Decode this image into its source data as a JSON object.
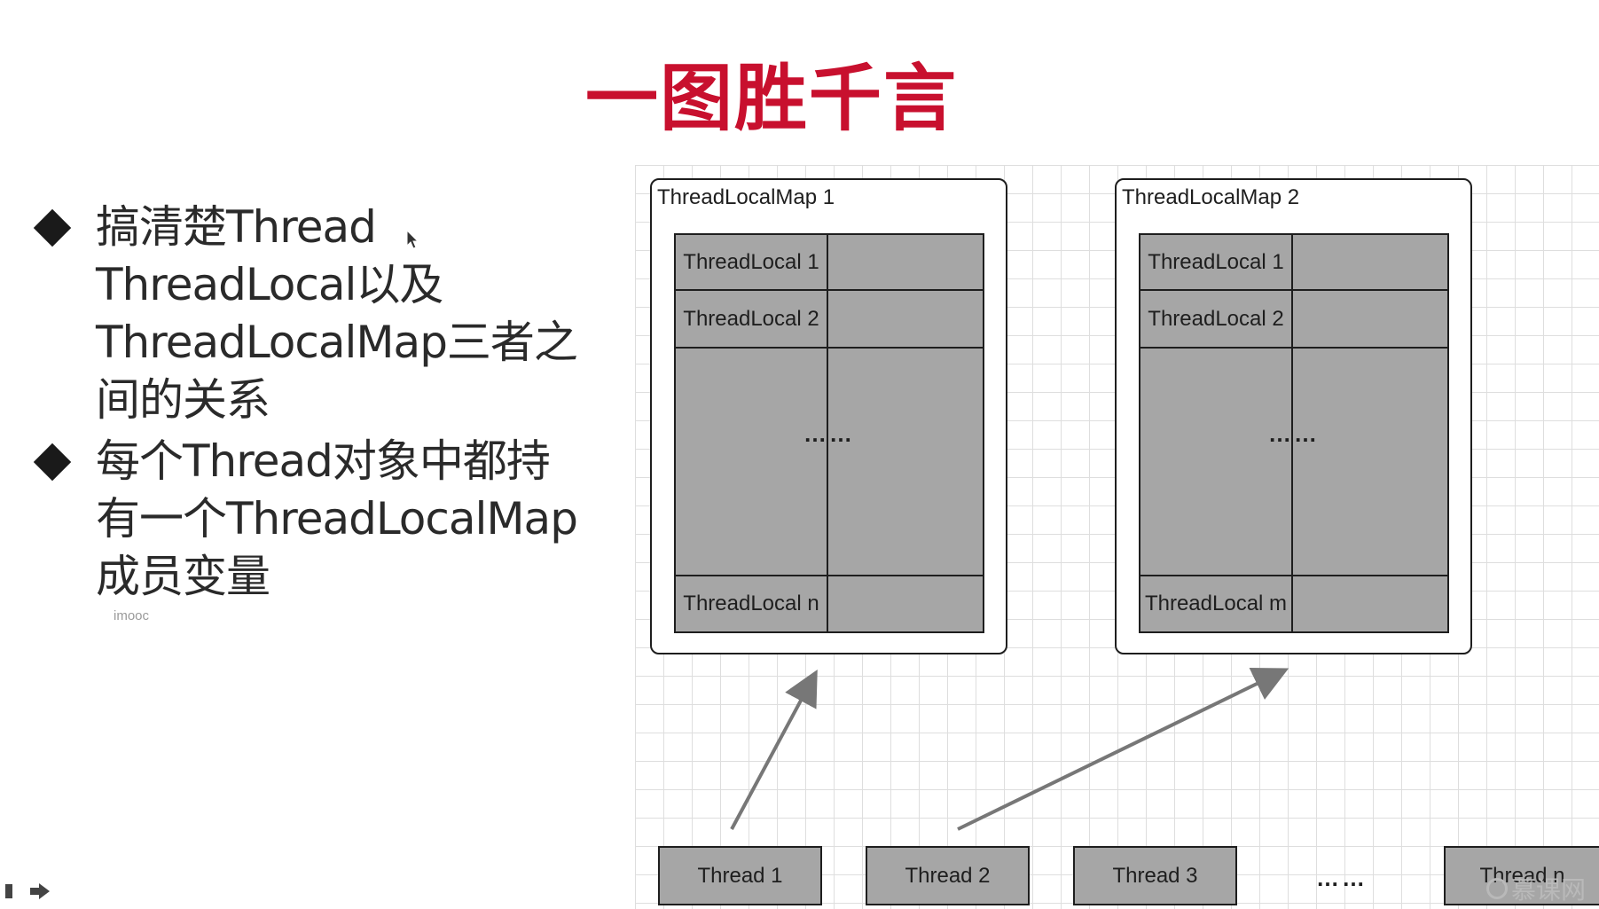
{
  "slide": {
    "title": "一图胜千言",
    "bullets": [
      "搞清楚Thread ThreadLocal以及ThreadLocalMap三者之间的关系",
      "每个Thread对象中都持有一个ThreadLocalMap成员变量"
    ],
    "watermark": "imooc"
  },
  "diagram": {
    "maps": [
      {
        "title": "ThreadLocalMap 1",
        "entries": [
          "ThreadLocal 1",
          "ThreadLocal 2",
          "ThreadLocal n"
        ],
        "ellipsis": "……"
      },
      {
        "title": "ThreadLocalMap 2",
        "entries": [
          "ThreadLocal 1",
          "ThreadLocal 2",
          "ThreadLocal m"
        ],
        "ellipsis": "……"
      }
    ],
    "threads": [
      "Thread 1",
      "Thread 2",
      "Thread 3",
      "Thread n"
    ],
    "threads_ellipsis": "……",
    "arrows": [
      {
        "from": "Thread 1",
        "to": "ThreadLocalMap 1"
      },
      {
        "from": "Thread 2",
        "to": "ThreadLocalMap 2"
      }
    ]
  },
  "brand": {
    "text": "慕课网",
    "icon": "brand-logo-icon"
  },
  "nav": {
    "icons": [
      "prev-slide-icon",
      "next-slide-icon"
    ]
  },
  "colors": {
    "title": "#c8102e",
    "cell_fill": "#a6a6a6",
    "grid": "#dedede"
  }
}
